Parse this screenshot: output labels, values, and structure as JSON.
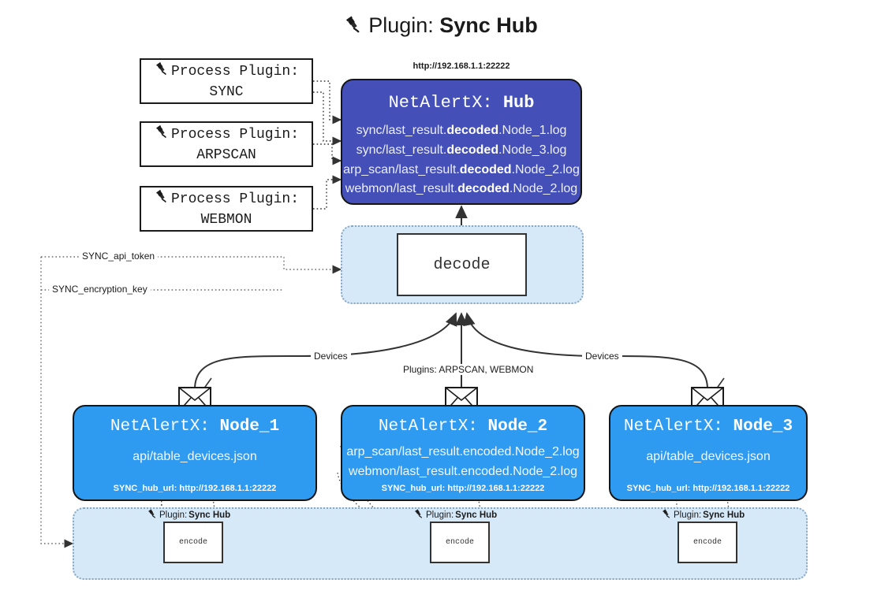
{
  "title": {
    "icon": "plug-icon",
    "prefix": "Plugin: ",
    "name": "Sync Hub"
  },
  "process_plugins": [
    {
      "label": "Process Plugin:",
      "name": "SYNC",
      "icon": "plug-icon"
    },
    {
      "label": "Process Plugin:",
      "name": "ARPSCAN",
      "icon": "plug-icon"
    },
    {
      "label": "Process Plugin:",
      "name": "WEBMON",
      "icon": "plug-icon"
    }
  ],
  "hub": {
    "url": "http://192.168.1.1:22222",
    "prefix": "NetAlertX: ",
    "name": "Hub",
    "color": "#4450b8",
    "lines": [
      {
        "pre": "sync/last_result.",
        "em": "decoded",
        "post": ".Node_1.log"
      },
      {
        "pre": "sync/last_result.",
        "em": "decoded",
        "post": ".Node_3.log"
      },
      {
        "pre": "arp_scan/last_result.",
        "em": "decoded",
        "post": ".Node_2.log"
      },
      {
        "pre": "webmon/last_result.",
        "em": "decoded",
        "post": ".Node_2.log"
      }
    ]
  },
  "decode": {
    "label": "decode"
  },
  "secrets": [
    {
      "label": "SYNC_api_token"
    },
    {
      "label": "SYNC_encryption_key"
    }
  ],
  "edge_labels": {
    "devices_left": "Devices",
    "devices_right": "Devices",
    "plugins_center": "Plugins: ARPSCAN, WEBMON"
  },
  "nodes": [
    {
      "prefix": "NetAlertX: ",
      "name": "Node_1",
      "color": "#2f9bf0",
      "lines": [
        "api/table_devices.json"
      ],
      "foot": "SYNC_hub_url: http://192.168.1.1:22222",
      "icon": "envelope-icon"
    },
    {
      "prefix": "NetAlertX: ",
      "name": "Node_2",
      "color": "#2f9bf0",
      "lines": [
        "arp_scan/last_result.encoded.Node_2.log",
        "webmon/last_result.encoded.Node_2.log"
      ],
      "foot": "SYNC_hub_url: http://192.168.1.1:22222",
      "icon": "envelope-icon"
    },
    {
      "prefix": "NetAlertX: ",
      "name": "Node_3",
      "color": "#2f9bf0",
      "lines": [
        "api/table_devices.json"
      ],
      "foot": "SYNC_hub_url: http://192.168.1.1:22222",
      "icon": "envelope-icon"
    }
  ],
  "encoders": [
    {
      "tag_prefix": "Plugin: ",
      "tag_name": "Sync Hub",
      "label": "encode",
      "icon": "plug-icon"
    },
    {
      "tag_prefix": "Plugin: ",
      "tag_name": "Sync Hub",
      "label": "encode",
      "icon": "plug-icon"
    },
    {
      "tag_prefix": "Plugin: ",
      "tag_name": "Sync Hub",
      "label": "encode",
      "icon": "plug-icon"
    }
  ],
  "colors": {
    "hub": "#4450b8",
    "node": "#2f9bf0",
    "container": "#d6e9f9",
    "stroke": "#333333",
    "background": "#ffffff"
  }
}
